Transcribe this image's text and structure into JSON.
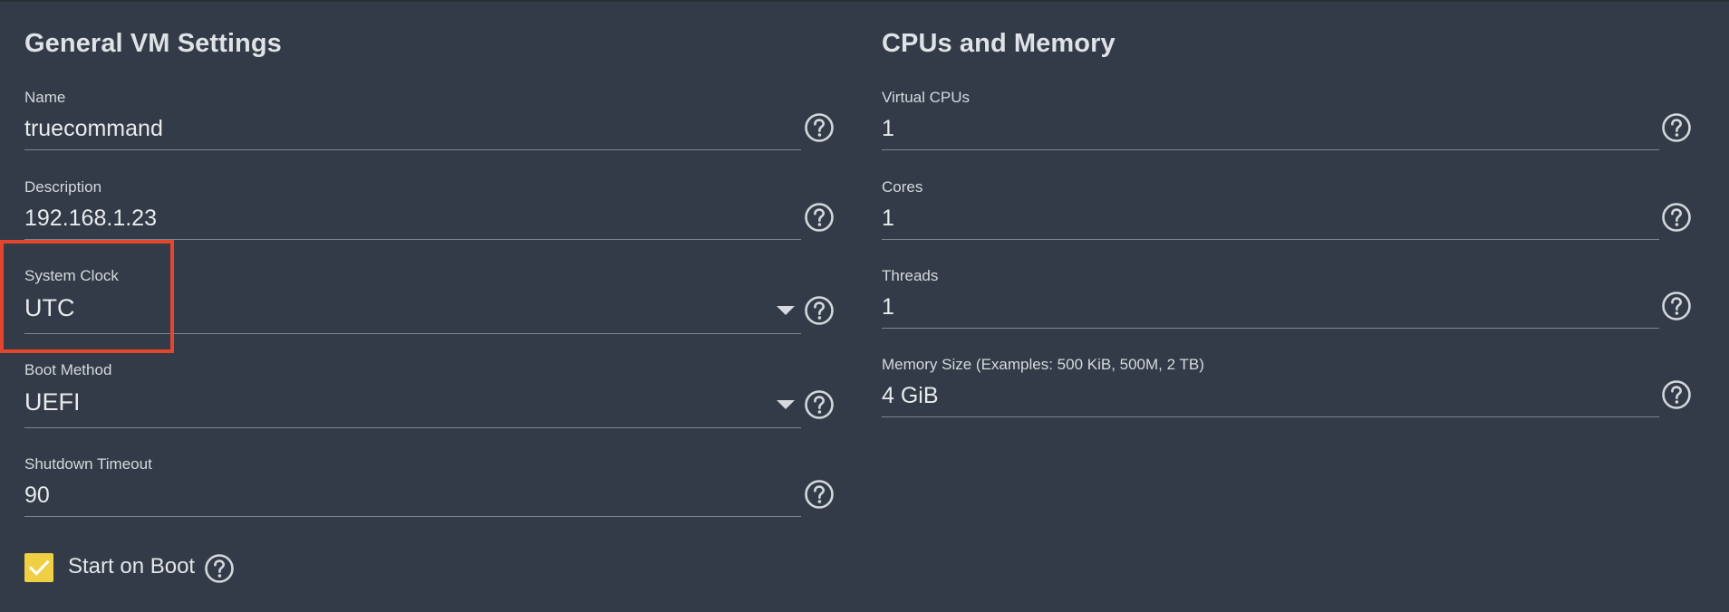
{
  "general": {
    "title": "General VM Settings",
    "name": {
      "label": "Name",
      "value": "truecommand"
    },
    "description": {
      "label": "Description",
      "value": "192.168.1.23"
    },
    "system_clock": {
      "label": "System Clock",
      "value": "UTC"
    },
    "boot_method": {
      "label": "Boot Method",
      "value": "UEFI"
    },
    "shutdown_timeout": {
      "label": "Shutdown Timeout",
      "value": "90"
    },
    "start_on_boot": {
      "label": "Start on Boot",
      "checked": true
    }
  },
  "cpu_memory": {
    "title": "CPUs and Memory",
    "virtual_cpus": {
      "label": "Virtual CPUs",
      "value": "1"
    },
    "cores": {
      "label": "Cores",
      "value": "1"
    },
    "threads": {
      "label": "Threads",
      "value": "1"
    },
    "memory_size": {
      "label": "Memory Size (Examples: 500 KiB, 500M, 2 TB)",
      "value": "4 GiB"
    }
  },
  "colors": {
    "background": "#323b47",
    "accent": "#f0cf44",
    "highlight": "#e4462d"
  },
  "icons": {
    "help": "help-circle-icon",
    "dropdown": "caret-down-icon",
    "check": "check-icon"
  }
}
